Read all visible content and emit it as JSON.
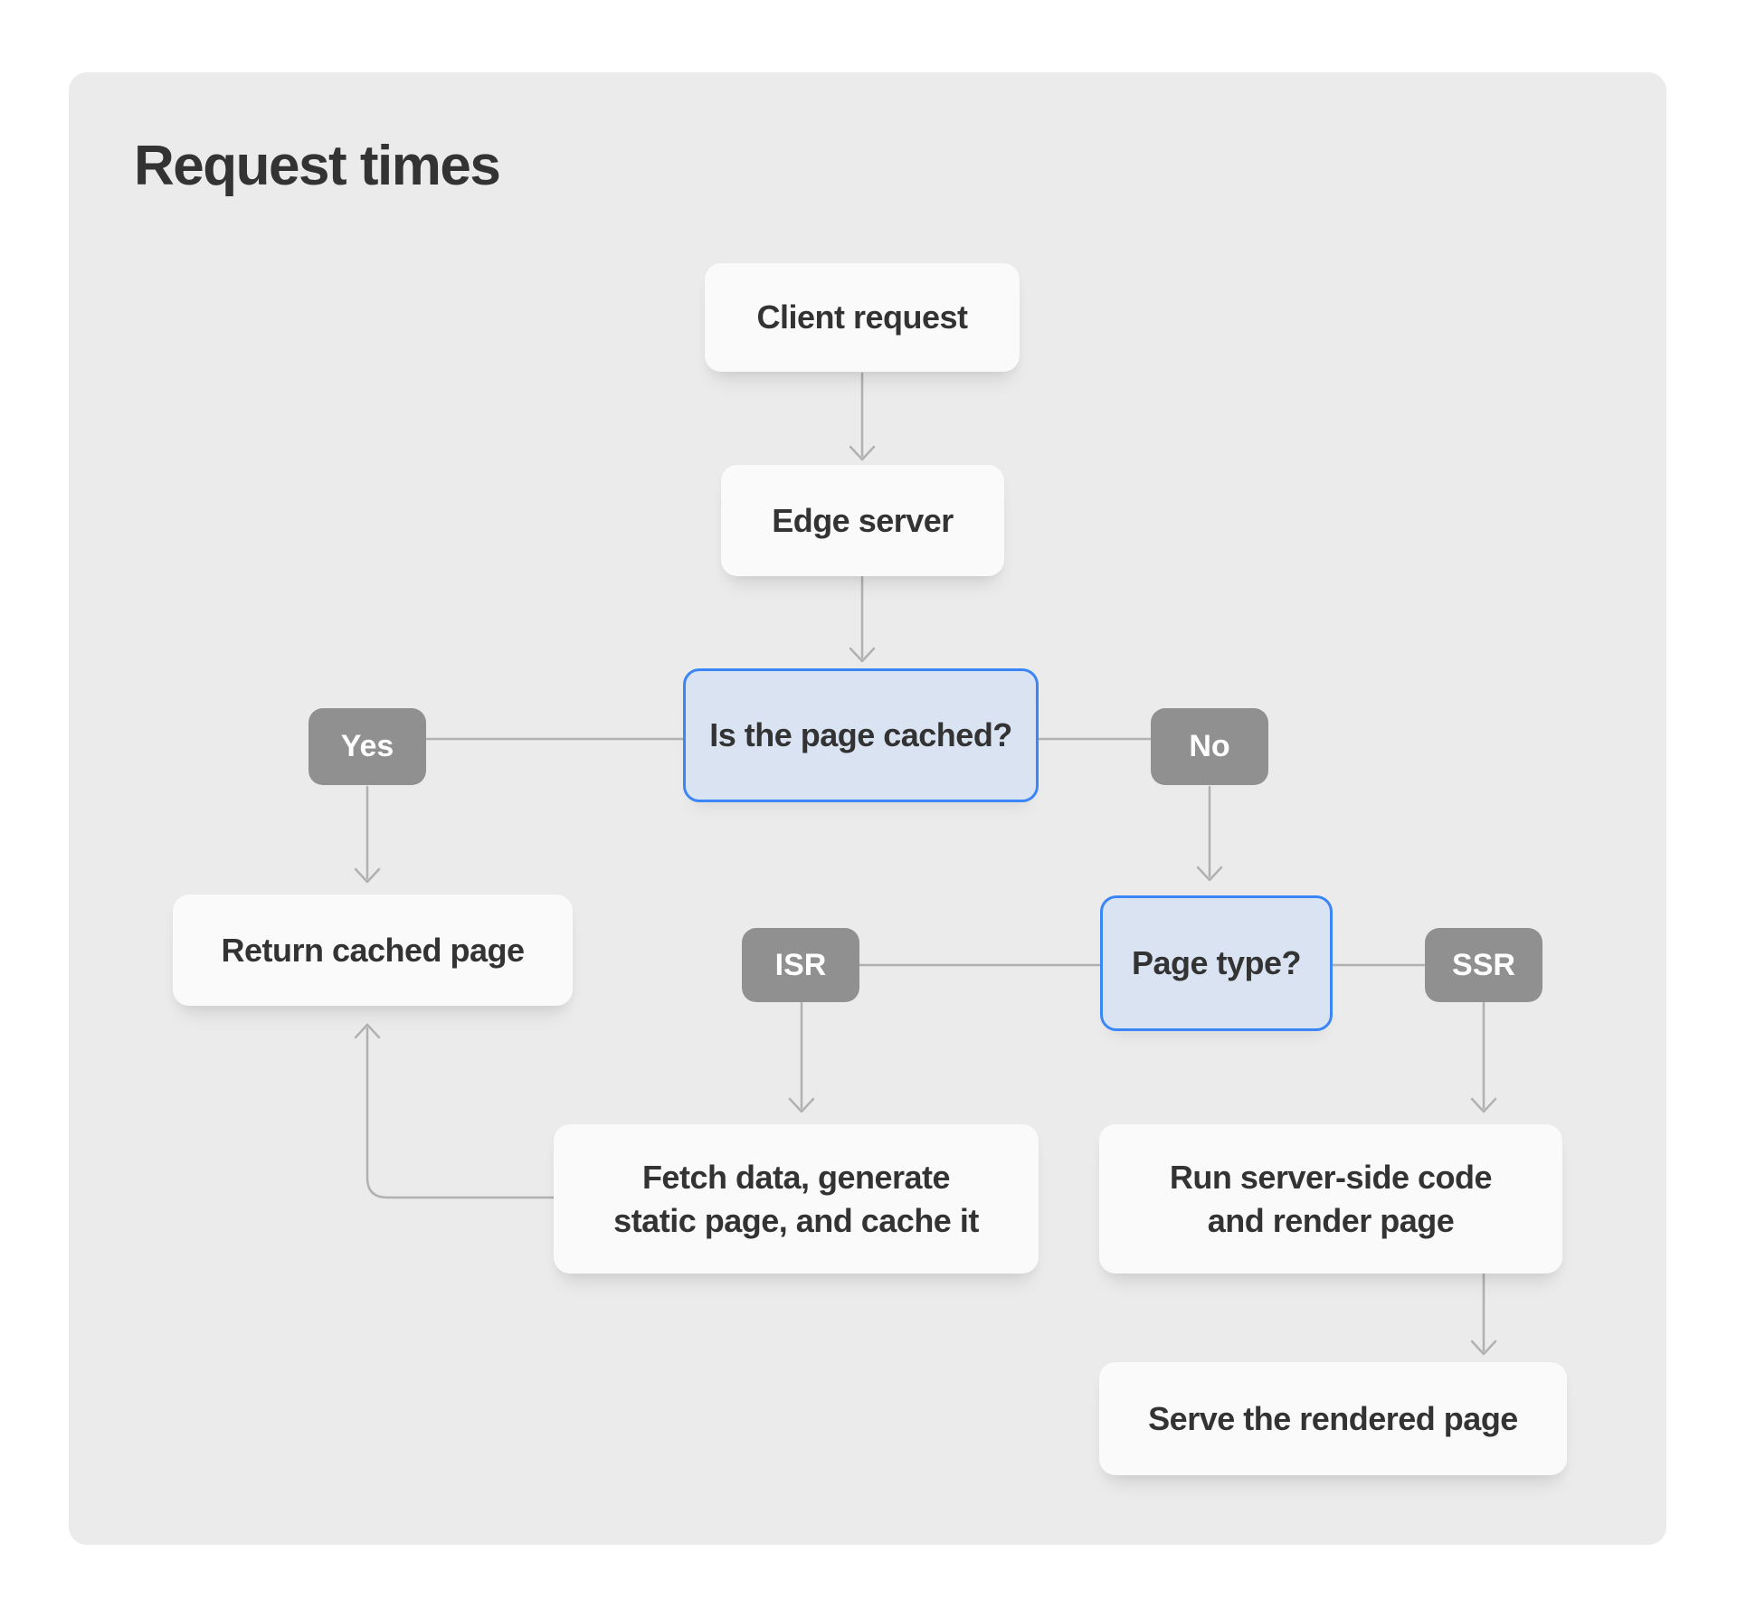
{
  "title": "Request times",
  "nodes": {
    "client_request": {
      "label": "Client request",
      "type": "process"
    },
    "edge_server": {
      "label": "Edge server",
      "type": "process"
    },
    "cache_decision": {
      "label": "Is the page cached?",
      "type": "decision"
    },
    "yes": {
      "label": "Yes",
      "type": "edge-label"
    },
    "no": {
      "label": "No",
      "type": "edge-label"
    },
    "return_cached": {
      "label": "Return cached page",
      "type": "process"
    },
    "isr": {
      "label": "ISR",
      "type": "edge-label"
    },
    "page_type": {
      "label": "Page type?",
      "type": "decision"
    },
    "ssr": {
      "label": "SSR",
      "type": "edge-label"
    },
    "fetch_generate": {
      "label": "Fetch data, generate static page, and cache it",
      "type": "process"
    },
    "run_server": {
      "label": "Run server-side code and render page",
      "type": "process"
    },
    "serve_rendered": {
      "label": "Serve the rendered page",
      "type": "process"
    }
  },
  "edges": [
    {
      "from": "client_request",
      "to": "edge_server"
    },
    {
      "from": "edge_server",
      "to": "cache_decision"
    },
    {
      "from": "cache_decision",
      "to": "return_cached",
      "via": "Yes"
    },
    {
      "from": "cache_decision",
      "to": "page_type",
      "via": "No"
    },
    {
      "from": "page_type",
      "to": "fetch_generate",
      "via": "ISR"
    },
    {
      "from": "page_type",
      "to": "run_server",
      "via": "SSR"
    },
    {
      "from": "fetch_generate",
      "to": "return_cached"
    },
    {
      "from": "run_server",
      "to": "serve_rendered"
    }
  ],
  "colors": {
    "panel_bg": "#ebebeb",
    "node_bg": "#fafafa",
    "decision_bg": "#d9e3f1",
    "decision_border": "#3b86f6",
    "label_bg": "#909090",
    "text": "#333333",
    "connector": "#b1b1b1"
  }
}
